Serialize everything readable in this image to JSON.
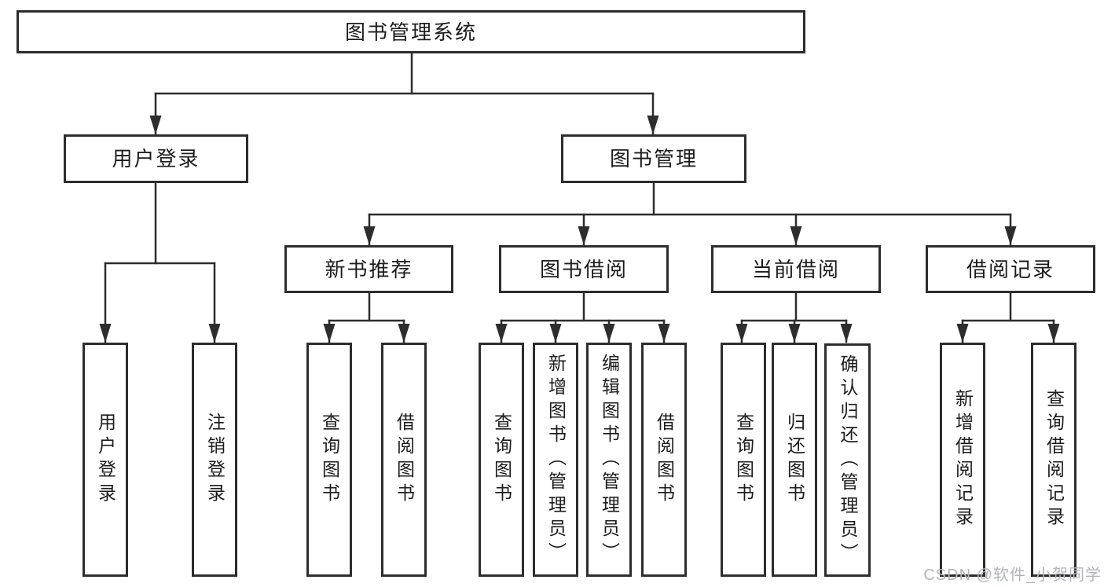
{
  "nodes": {
    "root": {
      "label": "图书管理系统"
    },
    "user_login": {
      "label": "用户登录"
    },
    "book_management": {
      "label": "图书管理"
    },
    "new_book_recommendation": {
      "label": "新书推荐"
    },
    "book_borrowing": {
      "label": "图书借阅"
    },
    "current_borrowing": {
      "label": "当前借阅"
    },
    "borrowing_records": {
      "label": "借阅记录"
    },
    "leaf_user_login": {
      "label": "用户登录"
    },
    "leaf_logout": {
      "label": "注销登录"
    },
    "newrec_query_book": {
      "label": "查询图书"
    },
    "newrec_borrow_book": {
      "label": "借阅图书"
    },
    "borrow_query_book": {
      "label": "查询图书"
    },
    "borrow_add_book_admin": {
      "label": "新增图书（管理员）"
    },
    "borrow_edit_book_admin": {
      "label": "编辑图书（管理员）"
    },
    "borrow_borrow_book": {
      "label": "借阅图书"
    },
    "current_query_book": {
      "label": "查询图书"
    },
    "current_return_book": {
      "label": "归还图书"
    },
    "current_confirm_return_admin": {
      "label": "确认归还（管理员）"
    },
    "records_add_record": {
      "label": "新增借阅记录"
    },
    "records_query_record": {
      "label": "查询借阅记录"
    }
  },
  "hierarchy": {
    "图书管理系统": {
      "用户登录": [
        "用户登录",
        "注销登录"
      ],
      "图书管理": {
        "新书推荐": [
          "查询图书",
          "借阅图书"
        ],
        "图书借阅": [
          "查询图书",
          "新增图书（管理员）",
          "编辑图书（管理员）",
          "借阅图书"
        ],
        "当前借阅": [
          "查询图书",
          "归还图书",
          "确认归还（管理员）"
        ],
        "借阅记录": [
          "新增借阅记录",
          "查询借阅记录"
        ]
      }
    }
  },
  "watermark": {
    "text": "CSDN @软件_小贺同学"
  },
  "colors": {
    "line": "#2d2d2d",
    "box_border": "#2d2d2d",
    "text": "#1c1c1c",
    "background": "#ffffff",
    "watermark_text": "#b0b5bc"
  }
}
